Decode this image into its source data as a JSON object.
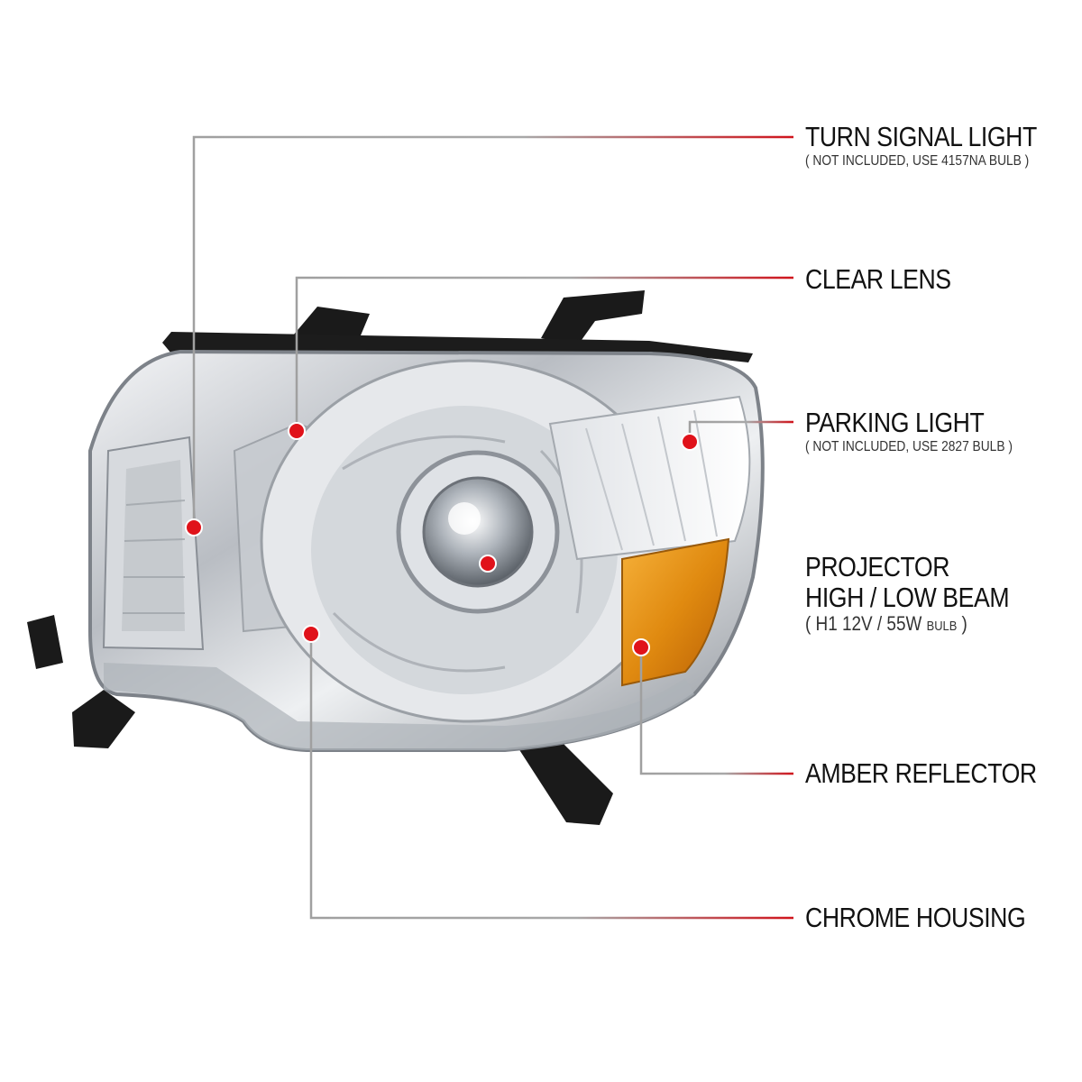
{
  "callouts": [
    {
      "title": "TURN SIGNAL LIGHT",
      "note_prefix": "( NOT INCLUDED, USE  4157NA  BULB )"
    },
    {
      "title": "CLEAR LENS"
    },
    {
      "title": "PARKING LIGHT",
      "note_prefix": "( NOT INCLUDED, USE  2827  BULB )"
    },
    {
      "title_line1": "PROJECTOR",
      "title_line2": "HIGH / LOW BEAM",
      "note_main": "( H1  12V / 55W ",
      "note_small": "BULB",
      "note_end": " )"
    },
    {
      "title": "AMBER REFLECTOR"
    },
    {
      "title": "CHROME HOUSING"
    }
  ],
  "colors": {
    "accent_red": "#d0141c",
    "leader_gray": "#9a9a9a",
    "amber": "#e08a10",
    "chrome": "#c9ccd0"
  },
  "icons": [
    "headlight-illustration",
    "red-marker-dot"
  ]
}
